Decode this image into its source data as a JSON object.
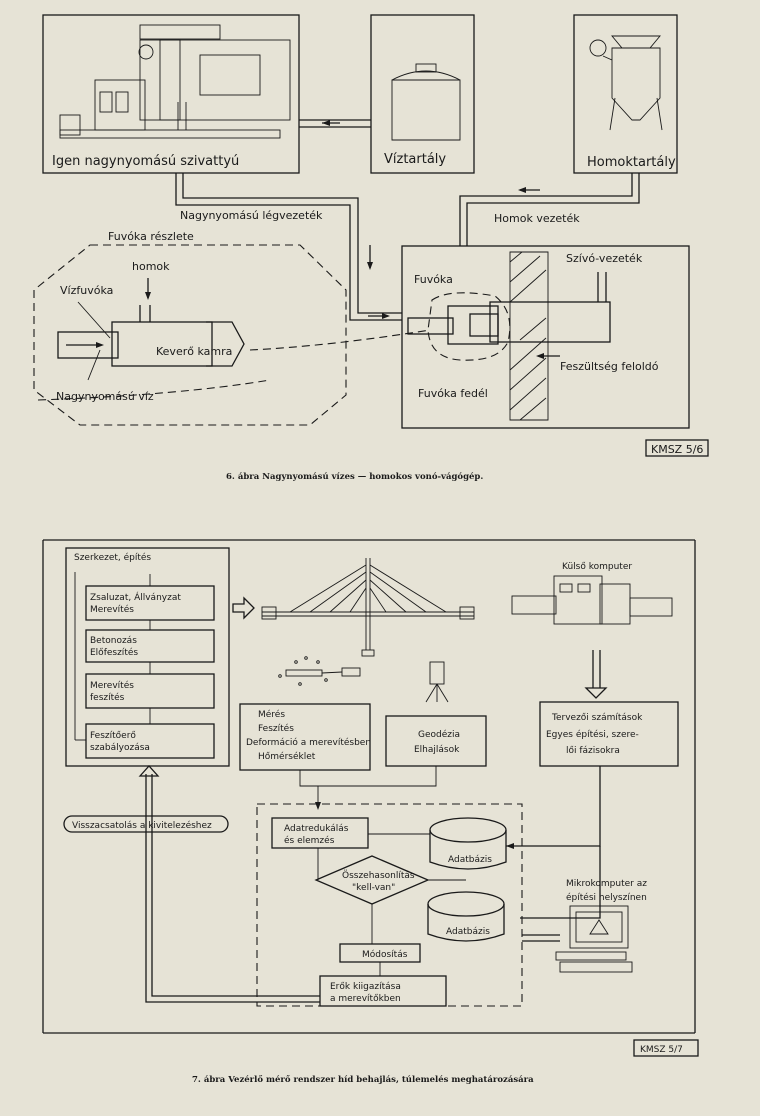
{
  "figure6": {
    "boxes": {
      "pump": "Igen nagynyomású szivattyú",
      "water_tank": "Víztartály",
      "sand_tank": "Homoktartály"
    },
    "lines": {
      "air_line": "Nagynyomású légvezeték",
      "sand_line": "Homok vezeték",
      "suction_line": "Szívó-vezeték"
    },
    "nozzle_detail": {
      "title": "Fuvóka részlete",
      "sand": "homok",
      "water_nozzle": "Vízfuvóka",
      "mixing_chamber": "Keverő kamra",
      "hp_water": "Nagynyomású víz"
    },
    "nozzle": "Fuvóka",
    "nozzle_cover": "Fuvóka fedél",
    "stress_relief": "Feszültség feloldó",
    "code": "KMSZ 5/6",
    "caption": "6. ábra  Nagynyomású vízes — homokos  vonó-vágógép."
  },
  "figure7": {
    "construction_title": "Szerkezet, építés",
    "steps": [
      [
        "Zsaluzat, Állványzat",
        "Merevítés"
      ],
      [
        "Betonozás",
        "Előfeszítés"
      ],
      [
        "Merevítés",
        "feszítés"
      ],
      [
        "Feszítőerő",
        "szabályozása"
      ]
    ],
    "external_computer": "Külső  komputer",
    "measurement": [
      "Mérés",
      "Feszítés",
      "Deformáció a merevítésben",
      "Hőmérséklet"
    ],
    "geodesy": [
      "Geodézia",
      "Elhajlások"
    ],
    "design_calc": [
      "Tervezői  számítások",
      "Egyes építési, szere-",
      "lői fázisokra"
    ],
    "feedback": "Visszacsatolás  a  kivitelezéshez",
    "data_reduction": [
      "Adatredukálás",
      "és elemzés"
    ],
    "database_1": "Adatbázis",
    "database_2": "Adatbázis",
    "comparison": [
      "Összehasonlítás",
      "\"kell-van\""
    ],
    "modification": "Módosítás",
    "forces": [
      "Erők kiigazítása",
      "a merevítőkben"
    ],
    "microcomputer": [
      "Mikrokomputer az",
      "építési helyszínen"
    ],
    "code": "KMSZ  5/7",
    "caption": "7. ábra  Vezérlő mérő rendszer híd behajlás, túlemelés meghatározására"
  }
}
